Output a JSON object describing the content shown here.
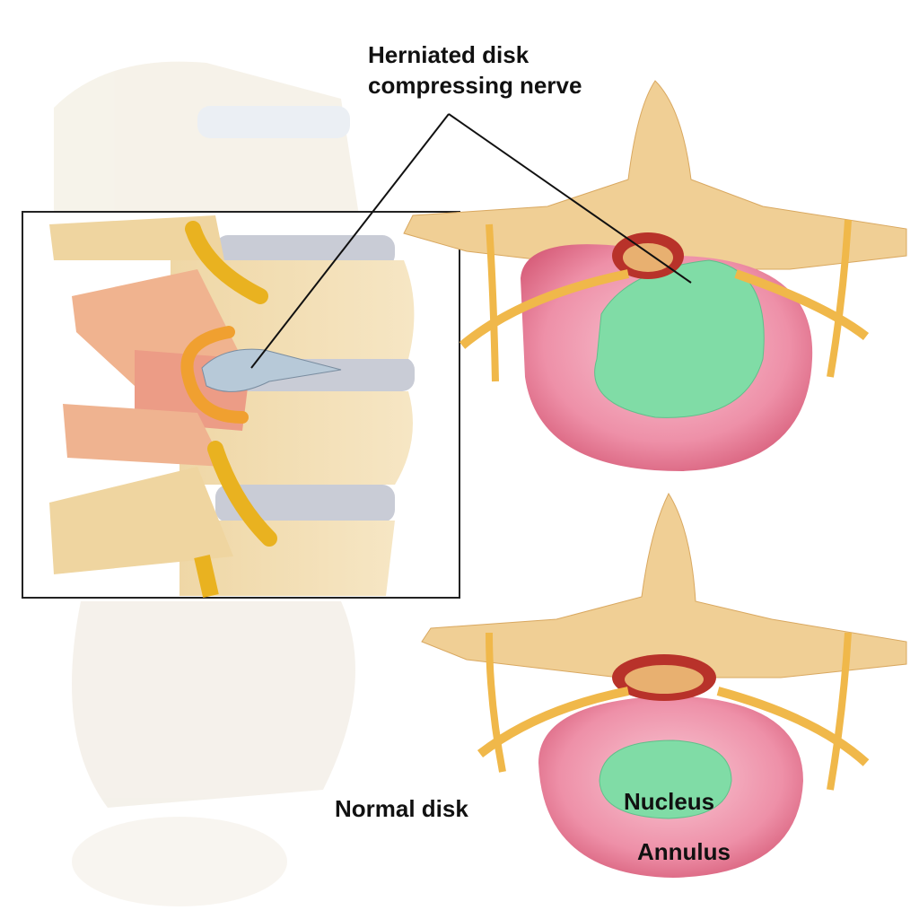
{
  "labels": {
    "herniated_line1": "Herniated disk",
    "herniated_line2": "compressing nerve",
    "normal": "Normal disk",
    "nucleus": "Nucleus",
    "annulus": "Annulus"
  },
  "colors": {
    "bone": "#f1d9a8",
    "inflamed_bone": "#efa98a",
    "disk_gray": "#c9ccd6",
    "nerve": "#f1c232",
    "annulus": "#ec8ea6",
    "nucleus": "#7fdca6",
    "blood": "#b8322a"
  }
}
